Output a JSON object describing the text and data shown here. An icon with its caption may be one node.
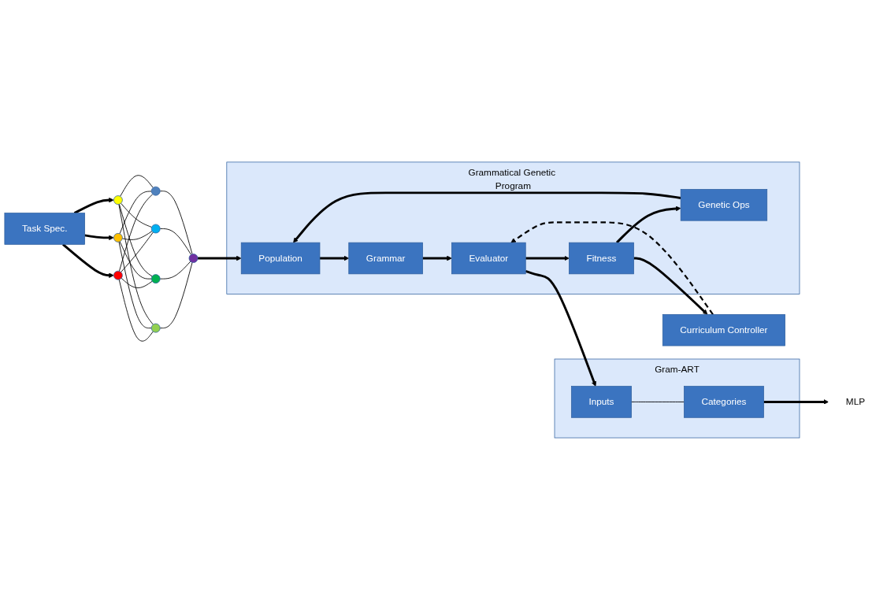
{
  "diagram": {
    "nodes": [
      {
        "text": [
          "MLP"
        ]
      },
      {
        "text": [
          "Task Spec."
        ]
      },
      {
        "text": [],
        "shape": "circle"
      },
      {
        "text": [],
        "shape": "circle"
      },
      {
        "text": [],
        "shape": "circle"
      },
      {
        "text": [],
        "shape": "circle"
      },
      {
        "text": [],
        "shape": "circle"
      },
      {
        "text": [],
        "shape": "circle"
      },
      {
        "text": [],
        "shape": "circle"
      },
      {
        "text": [],
        "shape": "circle"
      },
      {
        "text": [
          "Grammatical Genetic Program"
        ]
      },
      {
        "text": [
          "Population"
        ],
        "in": 10
      },
      {
        "text": [
          "Genetic Ops"
        ],
        "in": 10
      },
      {
        "text": [
          "Fitness"
        ],
        "in": 10
      },
      {
        "text": [
          "Grammar"
        ],
        "in": 10
      },
      {
        "text": [
          "Evaluator"
        ],
        "in": 10
      },
      {
        "text": [
          "Curriculum Controller"
        ]
      },
      {
        "text": [
          "Gram-ART"
        ]
      },
      {
        "text": [
          "Inputs"
        ],
        "in": 17
      },
      {
        "text": [
          "Categories"
        ],
        "in": 17
      }
    ],
    "edges": [
      {
        "from": 1,
        "to": 2,
        "arrow": "to",
        "style": "thick"
      },
      {
        "from": 1,
        "to": 3,
        "arrow": "to",
        "style": "thick"
      },
      {
        "from": 1,
        "to": 4,
        "arrow": "to",
        "style": "thick"
      },
      {
        "from": 2,
        "to": 5,
        "arrow": "none"
      },
      {
        "from": 2,
        "to": 6,
        "arrow": "none"
      },
      {
        "from": 2,
        "to": 7,
        "arrow": "none"
      },
      {
        "from": 2,
        "to": 8,
        "arrow": "none"
      },
      {
        "from": 3,
        "to": 5,
        "arrow": "none"
      },
      {
        "from": 3,
        "to": 6,
        "arrow": "none"
      },
      {
        "from": 3,
        "to": 7,
        "arrow": "none"
      },
      {
        "from": 3,
        "to": 8,
        "arrow": "none"
      },
      {
        "from": 4,
        "to": 5,
        "arrow": "none"
      },
      {
        "from": 4,
        "to": 6,
        "arrow": "none"
      },
      {
        "from": 4,
        "to": 7,
        "arrow": "none"
      },
      {
        "from": 4,
        "to": 8,
        "arrow": "none"
      },
      {
        "from": 5,
        "to": 9,
        "arrow": "none"
      },
      {
        "from": 6,
        "to": 9,
        "arrow": "none"
      },
      {
        "from": 7,
        "to": 9,
        "arrow": "none"
      },
      {
        "from": 8,
        "to": 9,
        "arrow": "none"
      },
      {
        "from": 9,
        "to": 11,
        "arrow": "to",
        "style": "thick"
      },
      {
        "from": 12,
        "to": 11,
        "arrow": "to",
        "style": "thick"
      },
      {
        "from": 13,
        "to": 12,
        "arrow": "to",
        "style": "thick"
      },
      {
        "from": 15,
        "to": 13,
        "arrow": "to",
        "style": "thick"
      },
      {
        "from": 11,
        "to": 14,
        "arrow": "to",
        "style": "thick"
      },
      {
        "from": 14,
        "to": 15,
        "arrow": "to",
        "style": "thick"
      },
      {
        "from": 13,
        "to": 16,
        "arrow": "to",
        "style": "thick"
      },
      {
        "from": 16,
        "to": 15,
        "arrow": "to",
        "style": "dashed"
      },
      {
        "from": 15,
        "to": 18,
        "arrow": "to",
        "style": "thick"
      },
      {
        "from": 18,
        "to": 19,
        "arrow": "none"
      },
      {
        "from": 19,
        "to": 0,
        "arrow": "to",
        "style": "thick"
      }
    ]
  }
}
